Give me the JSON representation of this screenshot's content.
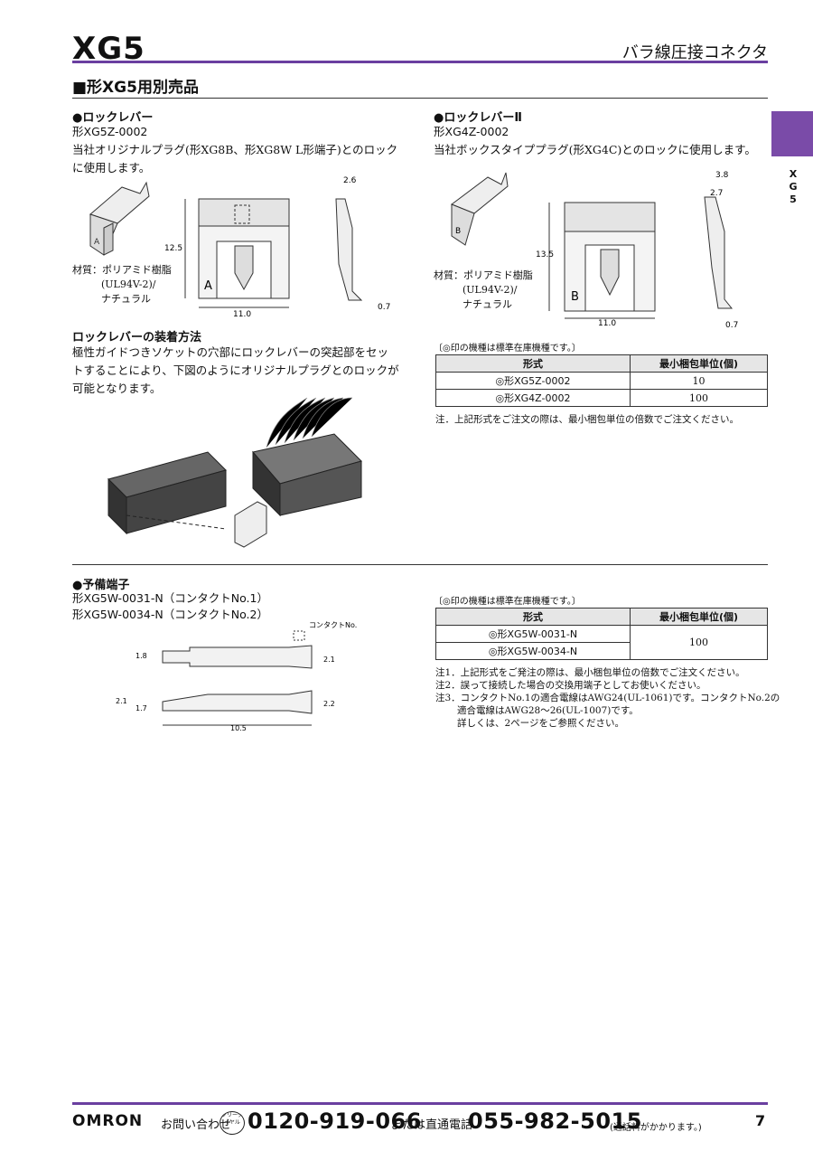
{
  "header": {
    "title": "XG5",
    "subtitle": "バラ線圧接コネクタ"
  },
  "section_title": "■形XG5用別売品",
  "side_tab": {
    "letters": [
      "X",
      "G",
      "5"
    ]
  },
  "left": {
    "lock_lever": {
      "heading": "●ロックレバー",
      "model": "形XG5Z-0002",
      "desc1": "当社オリジナルプラグ(形XG8B、形XG8W L形端子)とのロック",
      "desc2": "に使用します。",
      "material1": "材質：ポリアミド樹脂",
      "material2": "(UL94V-2)/",
      "material3": "ナチュラル",
      "dims": {
        "height": "12.5",
        "width": "11.0",
        "depth": "2.6",
        "thick": "0.7",
        "label": "A"
      }
    },
    "mount": {
      "heading": "ロックレバーの装着方法",
      "line1": "極性ガイドつきソケットの穴部にロックレバーの突起部をセッ",
      "line2": "トすることにより、下図のようにオリジナルプラグとのロックが",
      "line3": "可能となります。"
    },
    "spare": {
      "heading": "●予備端子",
      "model1": "形XG5W-0031-N（コンタクトNo.1）",
      "model2": "形XG5W-0034-N（コンタクトNo.2）",
      "contact_label": "コンタクトNo.",
      "dims": {
        "a": "1.8",
        "b": "2.1",
        "c": "2.1",
        "d": "1.7",
        "e": "2.2",
        "len": "10.5"
      }
    }
  },
  "right": {
    "lock_lever2": {
      "heading": "●ロックレバーⅡ",
      "model": "形XG4Z-0002",
      "desc": "当社ボックスタイププラグ(形XG4C)とのロックに使用します。",
      "material1": "材質：ポリアミド樹脂",
      "material2": "(UL94V-2)/",
      "material3": "ナチュラル",
      "dims": {
        "height": "13.5",
        "width": "11.0",
        "depth": "3.8",
        "depth2": "2.7",
        "thick": "0.7",
        "label": "B"
      }
    },
    "table1": {
      "caption": "〔◎印の機種は標準在庫機種です。〕",
      "headers": [
        "形式",
        "最小梱包単位(個)"
      ],
      "rows": [
        [
          "◎形XG5Z-0002",
          "10"
        ],
        [
          "◎形XG4Z-0002",
          "100"
        ]
      ],
      "note": "注．上記形式をご注文の際は、最小梱包単位の倍数でご注文ください。"
    },
    "table2": {
      "caption": "〔◎印の機種は標準在庫機種です。〕",
      "headers": [
        "形式",
        "最小梱包単位(個)"
      ],
      "rows": [
        [
          "◎形XG5W-0031-N"
        ],
        [
          "◎形XG5W-0034-N"
        ]
      ],
      "qty": "100",
      "notes": [
        "注1．上記形式をご発注の際は、最小梱包単位の倍数でご注文ください。",
        "注2．誤って接続した場合の交換用端子としてお使いください。",
        "注3．コンタクトNo.1の適合電線はAWG24(UL-1061)です。コンタクトNo.2の",
        "適合電線はAWG28〜26(UL-1007)です。",
        "詳しくは、2ページをご参照ください。"
      ]
    }
  },
  "footer": {
    "brand": "OMRON",
    "inquiry": "お問い合わせ",
    "free_icon": "フリーダイヤル",
    "free_number": "0120-919-066",
    "or_direct": "または直通電話",
    "direct_number": "055-982-5015",
    "fee": "(通話料がかかります。)",
    "page": "7"
  }
}
